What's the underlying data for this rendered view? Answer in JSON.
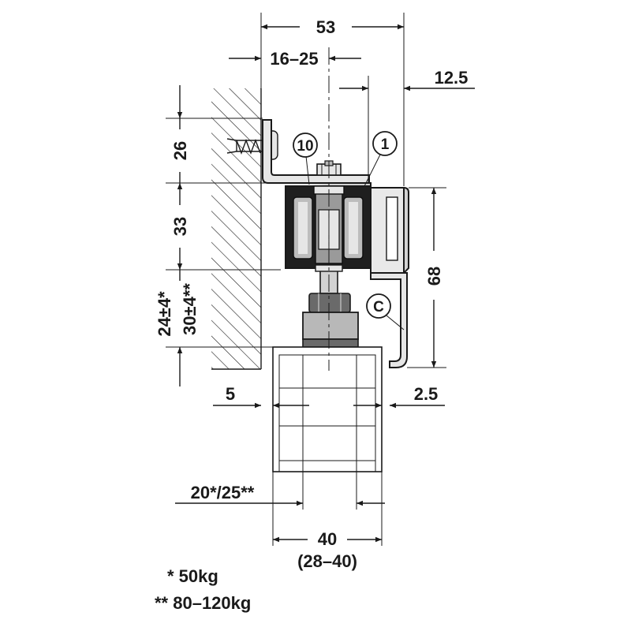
{
  "dimensions": {
    "d53": "53",
    "d16_25": "16–25",
    "d12_5": "12.5",
    "d26": "26",
    "d33": "33",
    "d24": "24±4*",
    "d30": "30±4**",
    "d68": "68",
    "d5": "5",
    "d2_5": "2.5",
    "d20_25": "20*/25**",
    "d40": "40",
    "d28_40": "(28–40)"
  },
  "labels": {
    "part10": "10",
    "part1": "1",
    "partC": "C"
  },
  "notes": {
    "single": "* 50kg",
    "double": "** 80–120kg"
  },
  "colors": {
    "line": "#1a1a1a",
    "fill_light": "#e6e6e6",
    "fill_mid": "#b8b8b8",
    "fill_dark": "#5a5a5a"
  }
}
